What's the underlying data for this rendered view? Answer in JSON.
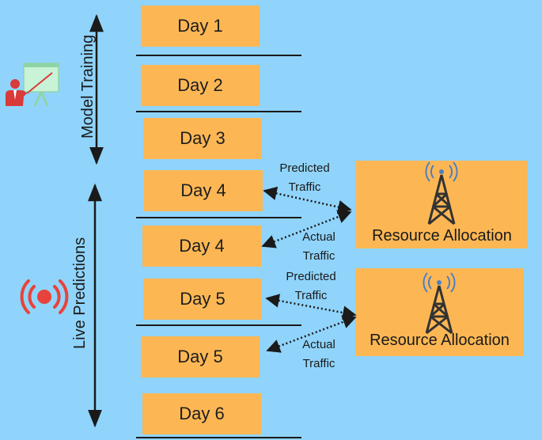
{
  "axes": {
    "training_label": "Model Training",
    "predictions_label": "Live Predictions"
  },
  "days": [
    {
      "label": "Day 1"
    },
    {
      "label": "Day 2"
    },
    {
      "label": "Day 3"
    },
    {
      "label": "Day 4"
    },
    {
      "label": "Day 4"
    },
    {
      "label": "Day 5"
    },
    {
      "label": "Day 5"
    },
    {
      "label": "Day 6"
    }
  ],
  "resource_boxes": [
    {
      "label": "Resource Allocation"
    },
    {
      "label": "Resource Allocation"
    }
  ],
  "traffic_labels": [
    {
      "line1": "Predicted",
      "line2": "Traffic"
    },
    {
      "line1": "Actual",
      "line2": "Traffic"
    },
    {
      "line1": "Predicted",
      "line2": "Traffic"
    },
    {
      "line1": "Actual",
      "line2": "Traffic"
    }
  ],
  "icons": {
    "trainer": "presenter-board-icon",
    "broadcast": "live-broadcast-icon",
    "tower": "radio-tower-icon"
  },
  "colors": {
    "background": "#90d4fb",
    "box": "#fcb754",
    "live_icon": "#e8433a",
    "trainer_icon": "#d93a3a"
  }
}
